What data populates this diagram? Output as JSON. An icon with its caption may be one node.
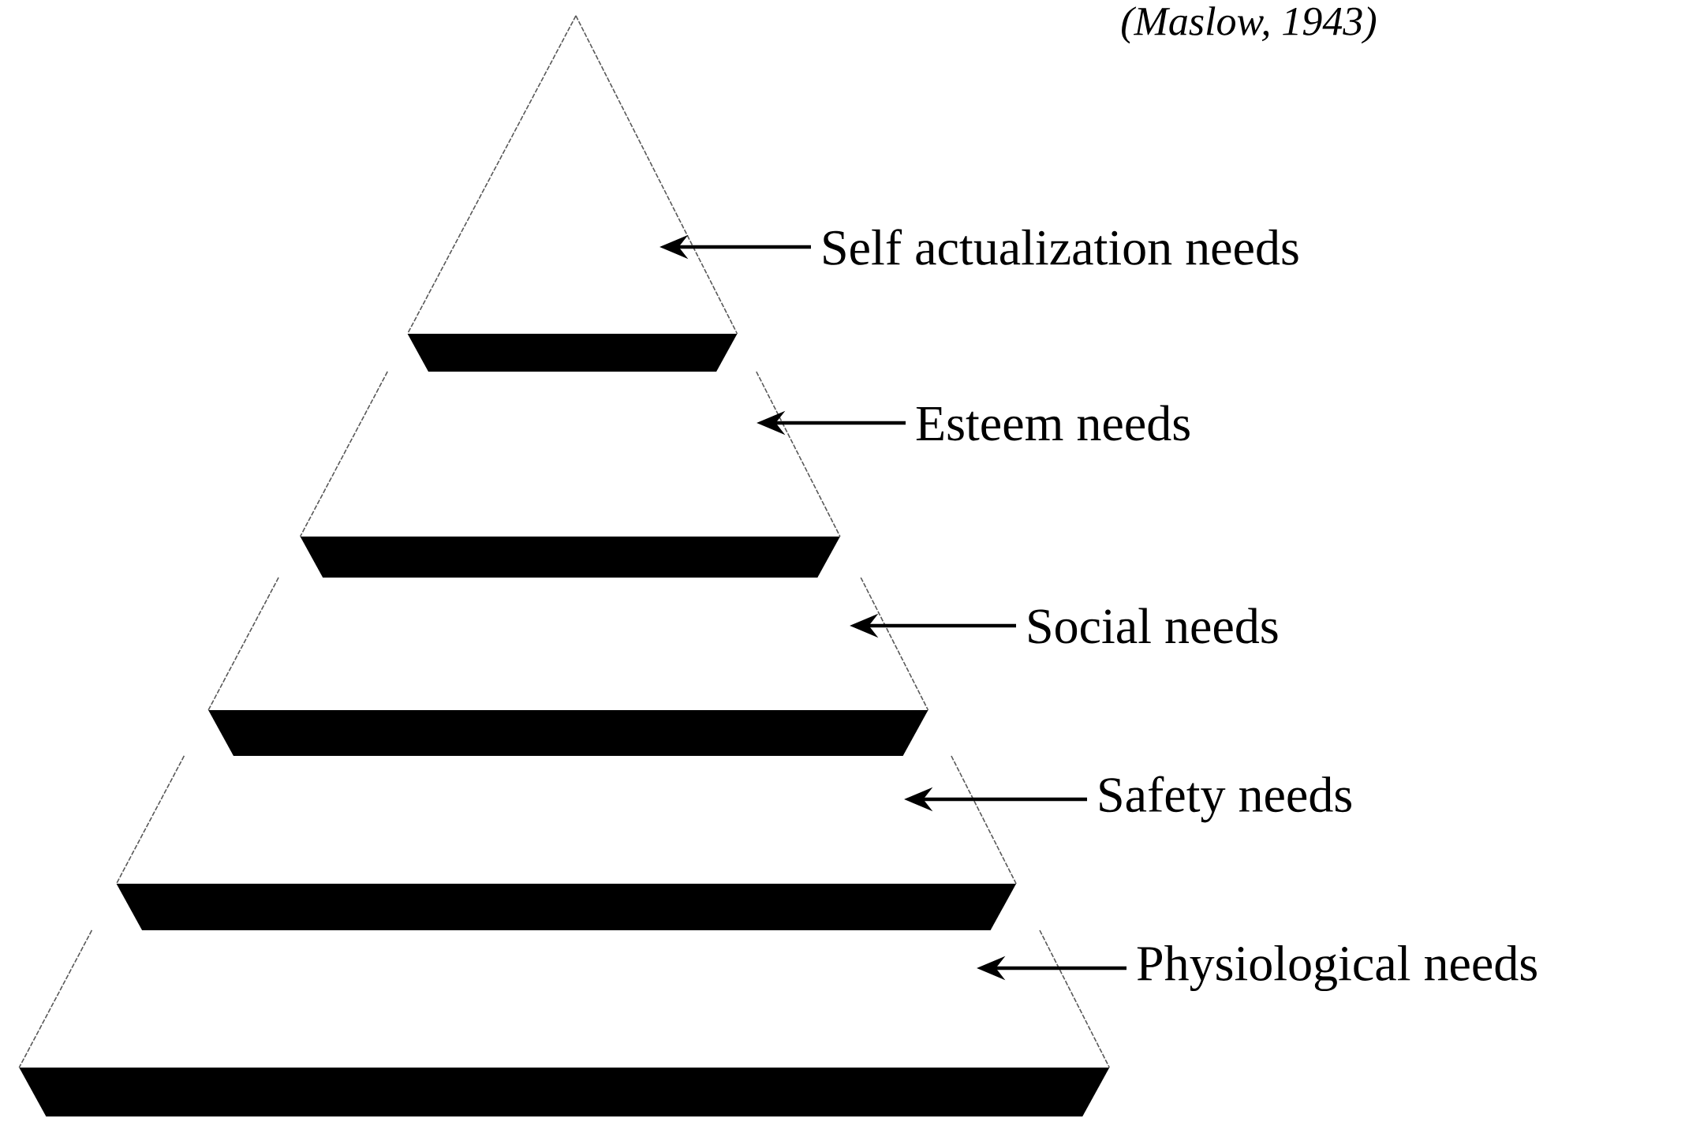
{
  "diagram": {
    "nodes": [
      {
        "text": [],
        "shape": "triangle"
      },
      {
        "text": [],
        "shape": "trapezoid"
      },
      {
        "text": [],
        "shape": "trapezoid"
      },
      {
        "text": [],
        "shape": "trapezoid"
      },
      {
        "text": [],
        "shape": "trapezoid"
      },
      {
        "text": [
          "Self actualization needs"
        ]
      },
      {
        "text": [
          "Esteem needs"
        ]
      },
      {
        "text": [
          "Social needs"
        ]
      },
      {
        "text": [
          "Safety needs"
        ]
      },
      {
        "text": [
          "Physiological needs"
        ]
      }
    ],
    "edges": [
      {
        "from": 5,
        "to": 0,
        "arrow": "to"
      },
      {
        "from": 6,
        "to": 1,
        "arrow": "to"
      },
      {
        "from": 7,
        "to": 2,
        "arrow": "to"
      },
      {
        "from": 8,
        "to": 3,
        "arrow": "to"
      },
      {
        "from": 9,
        "to": 4,
        "arrow": "to"
      }
    ],
    "labels": [
      "(Maslow, 1943)"
    ]
  }
}
